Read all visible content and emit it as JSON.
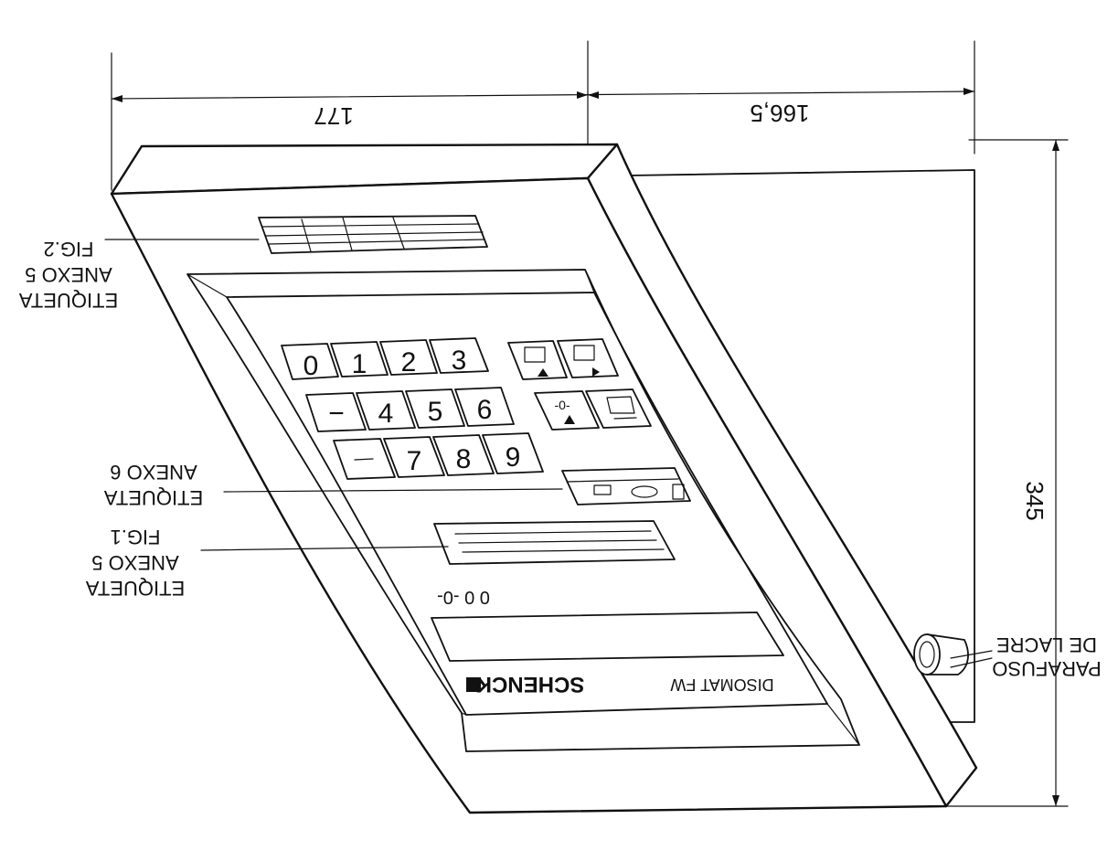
{
  "dimensions": {
    "width_left": "177",
    "width_right": "166,5",
    "height": "345"
  },
  "callouts": {
    "label_fig2": [
      "ETIQUETA",
      "ANEXO 5",
      "FIG.2"
    ],
    "label_anexo6": [
      "ETIQUETA",
      "ANEXO 6"
    ],
    "label_fig1": [
      "ETIQUETA",
      "ANEXO 5",
      "FIG.1"
    ],
    "sealing_screw": [
      "PARAFUSO",
      "DE LACRE"
    ]
  },
  "keypad": {
    "digits": [
      "0",
      "1",
      "2",
      "3",
      "4",
      "5",
      "6",
      "7",
      "8",
      "9"
    ],
    "minus_key": "−"
  },
  "panel": {
    "brand": "SCHENCK",
    "model": "DISOMAT",
    "model_suffix": "FW",
    "indicator_symbols": "0 0 -0-"
  },
  "colors": {
    "ink": "#111111",
    "paper": "#ffffff"
  }
}
